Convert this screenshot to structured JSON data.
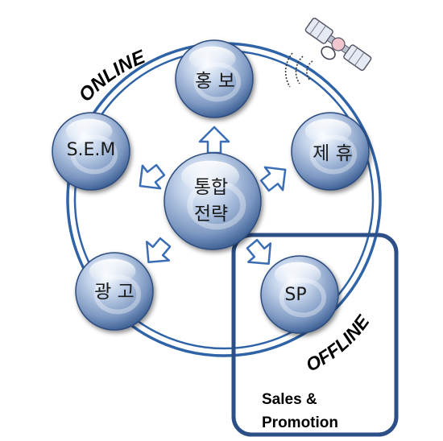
{
  "diagram": {
    "center": {
      "line1": "통합",
      "line2": "전략"
    },
    "nodes": {
      "top": "홍 보",
      "right": "제 휴",
      "left": "S.E.M",
      "bottom_left": "광 고",
      "bottom_right": "SP"
    },
    "online_label": "ONLINE",
    "offline_label": "OFFLINE",
    "offline_box": {
      "line1": "Sales &",
      "line2": "Promotion"
    },
    "icons": [
      "satellite-icon"
    ],
    "colors": {
      "ring": "#2f63a8",
      "ring_inner": "#9fb8da",
      "box_border": "#2b4f86",
      "sphere_light": "#f3f7ff",
      "sphere_mid": "#a9bddb",
      "sphere_dark": "#3c5f94",
      "arrow": "#3a6db5"
    }
  }
}
